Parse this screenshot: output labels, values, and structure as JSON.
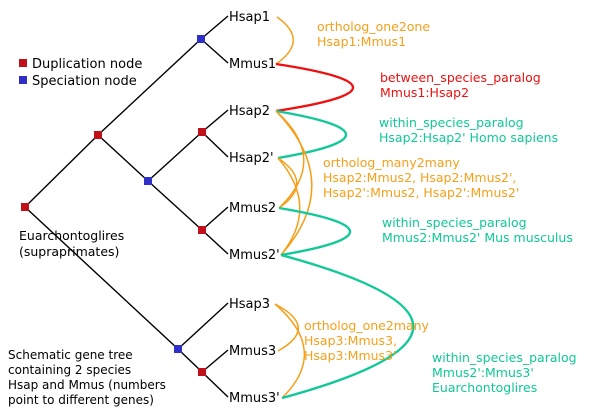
{
  "colors": {
    "duplication": "#c0101a",
    "speciation": "#3030c8",
    "ortholog": "#f5a01a",
    "between_species_paralog": "#ee1111",
    "within_species_paralog": "#10c898",
    "branch": "#000000"
  },
  "legend": {
    "items": [
      {
        "label": "Duplication node",
        "type": "duplication"
      },
      {
        "label": "Speciation node",
        "type": "speciation"
      }
    ]
  },
  "tree": {
    "root_clade_label": [
      "Euarchontoglires",
      "(supraprimates)"
    ],
    "caption": [
      "Schematic gene tree",
      "containing 2 species",
      "Hsap and Mmus (numbers",
      "point to different genes)"
    ],
    "leaves": [
      "Hsap1",
      "Mmus1",
      "Hsap2",
      "Hsap2'",
      "Mmus2",
      "Mmus2'",
      "Hsap3",
      "Mmus3",
      "Mmus3'"
    ],
    "nodes": [
      {
        "id": "root",
        "type": "duplication",
        "children": [
          "n1",
          "n6"
        ]
      },
      {
        "id": "n1",
        "type": "duplication",
        "children": [
          "n2",
          "n3"
        ]
      },
      {
        "id": "n2",
        "type": "speciation",
        "children": [
          "Hsap1",
          "Mmus1"
        ]
      },
      {
        "id": "n3",
        "type": "speciation",
        "children": [
          "n4",
          "n5"
        ]
      },
      {
        "id": "n4",
        "type": "duplication",
        "children": [
          "Hsap2",
          "Hsap2'"
        ]
      },
      {
        "id": "n5",
        "type": "duplication",
        "children": [
          "Mmus2",
          "Mmus2'"
        ]
      },
      {
        "id": "n6",
        "type": "speciation",
        "children": [
          "Hsap3",
          "n7"
        ]
      },
      {
        "id": "n7",
        "type": "duplication",
        "children": [
          "Mmus3",
          "Mmus3'"
        ]
      }
    ]
  },
  "relationships": [
    {
      "type": "ortholog",
      "lines": [
        "ortholog_one2one",
        "Hsap1:Mmus1"
      ],
      "pairs": [
        [
          "Hsap1",
          "Mmus1"
        ]
      ]
    },
    {
      "type": "between_species_paralog",
      "lines": [
        "between_species_paralog",
        "Mmus1:Hsap2"
      ],
      "pairs": [
        [
          "Mmus1",
          "Hsap2"
        ]
      ]
    },
    {
      "type": "within_species_paralog",
      "lines": [
        "within_species_paralog",
        "Hsap2:Hsap2' Homo sapiens"
      ],
      "pairs": [
        [
          "Hsap2",
          "Hsap2'"
        ]
      ]
    },
    {
      "type": "ortholog",
      "lines": [
        "ortholog_many2many",
        "Hsap2:Mmus2, Hsap2:Mmus2',",
        "Hsap2':Mmus2, Hsap2':Mmus2'"
      ],
      "pairs": [
        [
          "Hsap2",
          "Mmus2"
        ],
        [
          "Hsap2",
          "Mmus2'"
        ],
        [
          "Hsap2'",
          "Mmus2"
        ],
        [
          "Hsap2'",
          "Mmus2'"
        ]
      ]
    },
    {
      "type": "within_species_paralog",
      "lines": [
        "within_species_paralog",
        "Mmus2:Mmus2' Mus musculus"
      ],
      "pairs": [
        [
          "Mmus2",
          "Mmus2'"
        ]
      ]
    },
    {
      "type": "ortholog",
      "lines": [
        "ortholog_one2many",
        "Hsap3:Mmus3,",
        "Hsap3:Mmus3'"
      ],
      "pairs": [
        [
          "Hsap3",
          "Mmus3"
        ],
        [
          "Hsap3",
          "Mmus3'"
        ]
      ]
    },
    {
      "type": "within_species_paralog",
      "lines": [
        "within_species_paralog",
        "Mmus2':Mmus3'",
        "Euarchontoglires"
      ],
      "pairs": [
        [
          "Mmus2'",
          "Mmus3'"
        ]
      ]
    }
  ]
}
